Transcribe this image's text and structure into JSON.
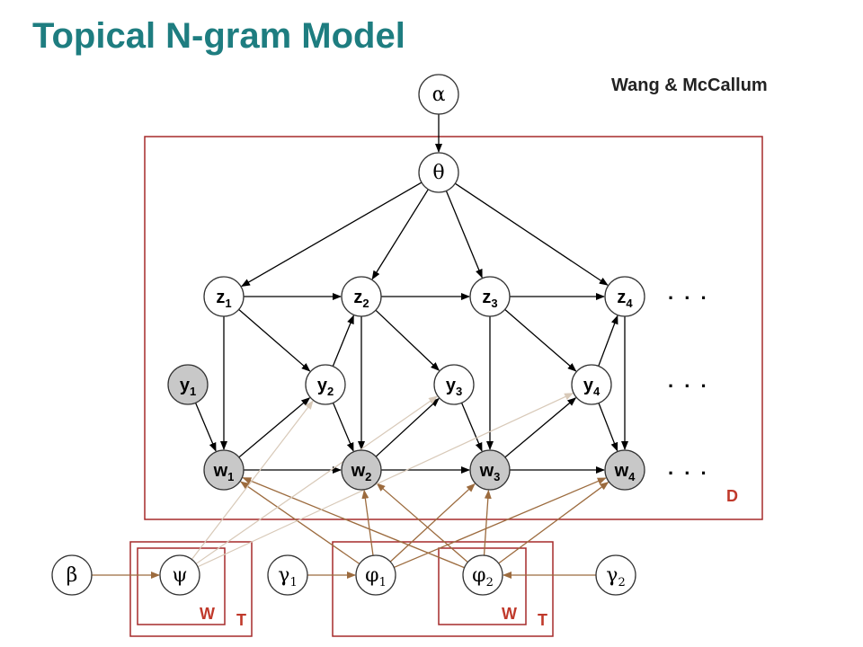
{
  "title": "Topical N-gram Model",
  "credit": "Wang & McCallum",
  "plates": {
    "document": "D",
    "psi_inner": "W",
    "psi_outer": "T",
    "phi_inner": "W",
    "phi_outer": "T"
  },
  "ellipsis": ". . .",
  "nodes": [
    {
      "id": "alpha",
      "label": "α",
      "sub": "",
      "shaded": false
    },
    {
      "id": "theta",
      "label": "θ",
      "sub": "",
      "shaded": false
    },
    {
      "id": "z1",
      "label": "z",
      "sub": "1",
      "shaded": false
    },
    {
      "id": "z2",
      "label": "z",
      "sub": "2",
      "shaded": false
    },
    {
      "id": "z3",
      "label": "z",
      "sub": "3",
      "shaded": false
    },
    {
      "id": "z4",
      "label": "z",
      "sub": "4",
      "shaded": false
    },
    {
      "id": "y1",
      "label": "y",
      "sub": "1",
      "shaded": true
    },
    {
      "id": "y2",
      "label": "y",
      "sub": "2",
      "shaded": false
    },
    {
      "id": "y3",
      "label": "y",
      "sub": "3",
      "shaded": false
    },
    {
      "id": "y4",
      "label": "y",
      "sub": "4",
      "shaded": false
    },
    {
      "id": "w1",
      "label": "w",
      "sub": "1",
      "shaded": true
    },
    {
      "id": "w2",
      "label": "w",
      "sub": "2",
      "shaded": true
    },
    {
      "id": "w3",
      "label": "w",
      "sub": "3",
      "shaded": true
    },
    {
      "id": "w4",
      "label": "w",
      "sub": "4",
      "shaded": true
    },
    {
      "id": "beta",
      "label": "β",
      "sub": "",
      "shaded": false
    },
    {
      "id": "psi",
      "label": "ψ",
      "sub": "",
      "shaded": false
    },
    {
      "id": "gamma1",
      "label": "γ",
      "sub": "1",
      "shaded": false
    },
    {
      "id": "phi1",
      "label": "φ",
      "sub": "1",
      "shaded": false
    },
    {
      "id": "phi2",
      "label": "φ",
      "sub": "2",
      "shaded": false
    },
    {
      "id": "gamma2",
      "label": "γ",
      "sub": "2",
      "shaded": false
    }
  ],
  "edges": [
    {
      "from": "alpha",
      "to": "theta",
      "kind": "black"
    },
    {
      "from": "theta",
      "to": "z1",
      "kind": "black"
    },
    {
      "from": "theta",
      "to": "z2",
      "kind": "black"
    },
    {
      "from": "theta",
      "to": "z3",
      "kind": "black"
    },
    {
      "from": "theta",
      "to": "z4",
      "kind": "black"
    },
    {
      "from": "z1",
      "to": "z2",
      "kind": "black"
    },
    {
      "from": "z2",
      "to": "z3",
      "kind": "black"
    },
    {
      "from": "z3",
      "to": "z4",
      "kind": "black"
    },
    {
      "from": "w1",
      "to": "w2",
      "kind": "black"
    },
    {
      "from": "w2",
      "to": "w3",
      "kind": "black"
    },
    {
      "from": "w3",
      "to": "w4",
      "kind": "black"
    },
    {
      "from": "z1",
      "to": "w1",
      "kind": "black"
    },
    {
      "from": "z2",
      "to": "w2",
      "kind": "black"
    },
    {
      "from": "z3",
      "to": "w3",
      "kind": "black"
    },
    {
      "from": "z4",
      "to": "w4",
      "kind": "black"
    },
    {
      "from": "y1",
      "to": "w1",
      "kind": "black"
    },
    {
      "from": "y2",
      "to": "w2",
      "kind": "black"
    },
    {
      "from": "y3",
      "to": "w3",
      "kind": "black"
    },
    {
      "from": "y4",
      "to": "w4",
      "kind": "black"
    },
    {
      "from": "z1",
      "to": "y2",
      "kind": "black"
    },
    {
      "from": "z2",
      "to": "y3",
      "kind": "black"
    },
    {
      "from": "z3",
      "to": "y4",
      "kind": "black"
    },
    {
      "from": "w1",
      "to": "y2",
      "kind": "black"
    },
    {
      "from": "w2",
      "to": "y3",
      "kind": "black"
    },
    {
      "from": "w3",
      "to": "y4",
      "kind": "black"
    },
    {
      "from": "y2",
      "to": "z2",
      "kind": "black"
    },
    {
      "from": "y4",
      "to": "z4",
      "kind": "black"
    },
    {
      "from": "beta",
      "to": "psi",
      "kind": "brown"
    },
    {
      "from": "gamma1",
      "to": "phi1",
      "kind": "brown"
    },
    {
      "from": "gamma2",
      "to": "phi2",
      "kind": "brown"
    },
    {
      "from": "phi1",
      "to": "w1",
      "kind": "brown"
    },
    {
      "from": "phi1",
      "to": "w2",
      "kind": "brown"
    },
    {
      "from": "phi1",
      "to": "w3",
      "kind": "brown"
    },
    {
      "from": "phi1",
      "to": "w4",
      "kind": "brown"
    },
    {
      "from": "phi2",
      "to": "w1",
      "kind": "brown"
    },
    {
      "from": "phi2",
      "to": "w2",
      "kind": "brown"
    },
    {
      "from": "phi2",
      "to": "w3",
      "kind": "brown"
    },
    {
      "from": "phi2",
      "to": "w4",
      "kind": "brown"
    },
    {
      "from": "psi",
      "to": "y2",
      "kind": "faint"
    },
    {
      "from": "psi",
      "to": "y3",
      "kind": "faint"
    },
    {
      "from": "psi",
      "to": "y4",
      "kind": "faint"
    }
  ],
  "colors": {
    "title": "#1e7d80",
    "plate": "#a52a2a",
    "plate_label": "#c0392b",
    "brown_edge": "#9c6b3e",
    "faint_edge": "#d8c9b8",
    "node_shaded": "#c8c8c8"
  }
}
